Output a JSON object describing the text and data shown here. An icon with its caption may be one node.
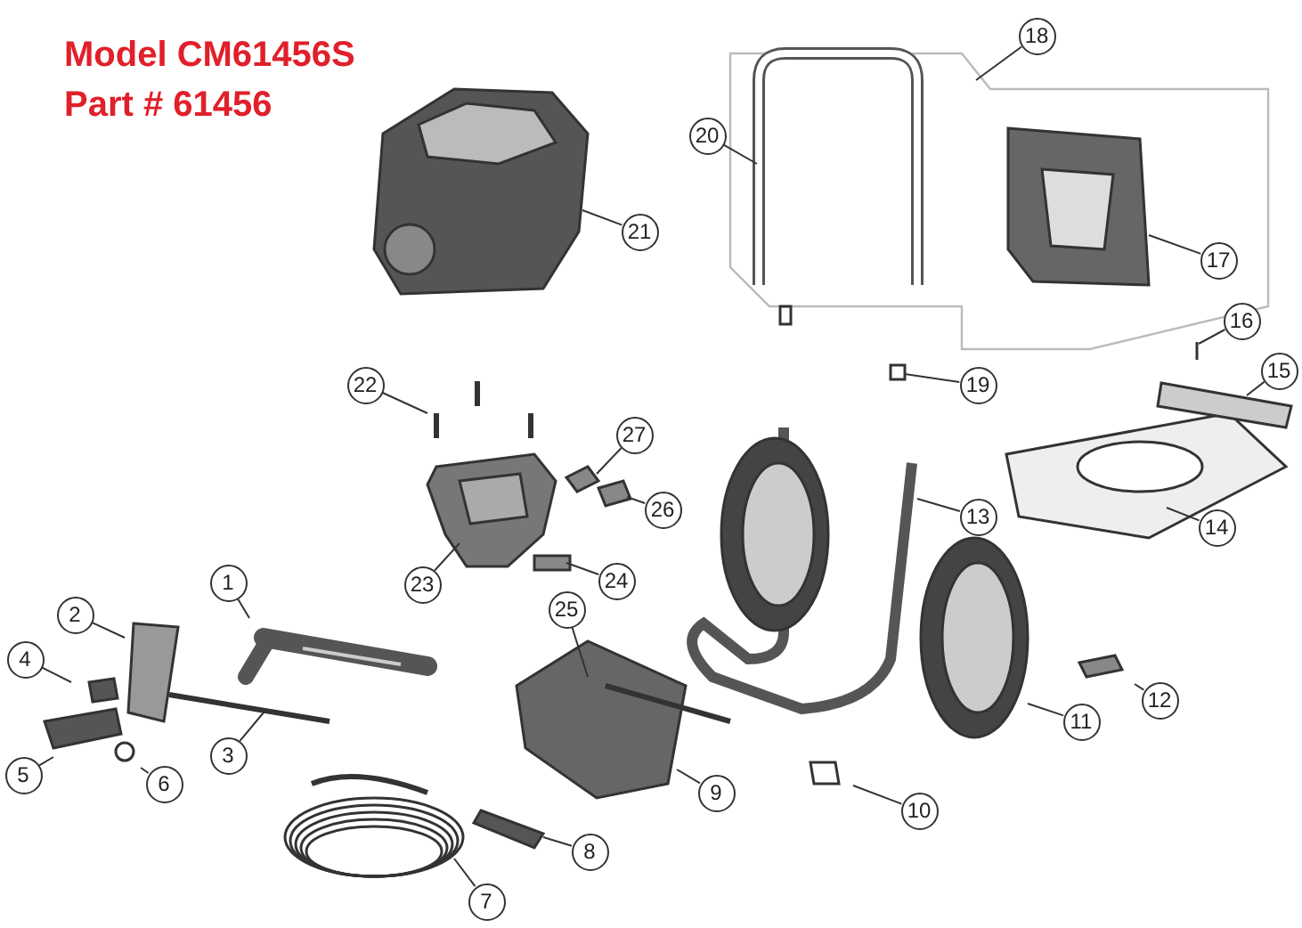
{
  "diagram": {
    "nodes": [
      {
        "text": [
          "1"
        ]
      },
      {
        "text": [
          "2"
        ]
      },
      {
        "text": [
          "3"
        ]
      },
      {
        "text": [
          "4"
        ]
      },
      {
        "text": [
          "5"
        ]
      },
      {
        "text": [
          "6"
        ]
      },
      {
        "text": [
          "7"
        ]
      },
      {
        "text": [
          "8"
        ]
      },
      {
        "text": [
          "9"
        ]
      },
      {
        "text": [
          "10"
        ]
      },
      {
        "text": [
          "11"
        ]
      },
      {
        "text": [
          "12"
        ]
      },
      {
        "text": [
          "13"
        ]
      },
      {
        "text": [
          "14"
        ]
      },
      {
        "text": [
          "15"
        ]
      },
      {
        "text": [
          "16"
        ]
      },
      {
        "text": [
          "17"
        ]
      },
      {
        "text": [
          "18"
        ]
      },
      {
        "text": [
          "19"
        ]
      },
      {
        "text": [
          "20"
        ]
      },
      {
        "text": [
          "21"
        ]
      },
      {
        "text": [
          "22"
        ]
      },
      {
        "text": [
          "23"
        ]
      },
      {
        "text": [
          "24"
        ]
      },
      {
        "text": [
          "25"
        ]
      },
      {
        "text": [
          "26"
        ]
      },
      {
        "text": [
          "27"
        ]
      }
    ],
    "edges": [
      {
        "from": 0,
        "to": null,
        "arrow": "none"
      },
      {
        "from": 1,
        "to": null,
        "arrow": "none"
      },
      {
        "from": 2,
        "to": null,
        "arrow": "none"
      },
      {
        "from": 3,
        "to": null,
        "arrow": "none"
      },
      {
        "from": 4,
        "to": null,
        "arrow": "none"
      },
      {
        "from": 5,
        "to": null,
        "arrow": "none"
      },
      {
        "from": 6,
        "to": null,
        "arrow": "none"
      },
      {
        "from": 7,
        "to": null,
        "arrow": "none"
      },
      {
        "from": 8,
        "to": null,
        "arrow": "none"
      },
      {
        "from": 9,
        "to": null,
        "arrow": "none"
      },
      {
        "from": 10,
        "to": null,
        "arrow": "none"
      },
      {
        "from": 11,
        "to": null,
        "arrow": "none"
      },
      {
        "from": 12,
        "to": null,
        "arrow": "none"
      },
      {
        "from": 13,
        "to": null,
        "arrow": "none"
      },
      {
        "from": 14,
        "to": null,
        "arrow": "none"
      },
      {
        "from": 15,
        "to": null,
        "arrow": "none"
      },
      {
        "from": 16,
        "to": null,
        "arrow": "none"
      },
      {
        "from": 17,
        "to": null,
        "arrow": "none"
      },
      {
        "from": 18,
        "to": null,
        "arrow": "none"
      },
      {
        "from": 19,
        "to": null,
        "arrow": "none"
      },
      {
        "from": 20,
        "to": null,
        "arrow": "none"
      },
      {
        "from": 21,
        "to": null,
        "arrow": "none"
      },
      {
        "from": 22,
        "to": null,
        "arrow": "none"
      },
      {
        "from": 23,
        "to": null,
        "arrow": "none"
      },
      {
        "from": 24,
        "to": null,
        "arrow": "none"
      },
      {
        "from": 25,
        "to": null,
        "arrow": "none"
      },
      {
        "from": 26,
        "to": null,
        "arrow": "none"
      }
    ],
    "labels": [
      "Model CM61456S",
      "Part # 61456"
    ]
  }
}
